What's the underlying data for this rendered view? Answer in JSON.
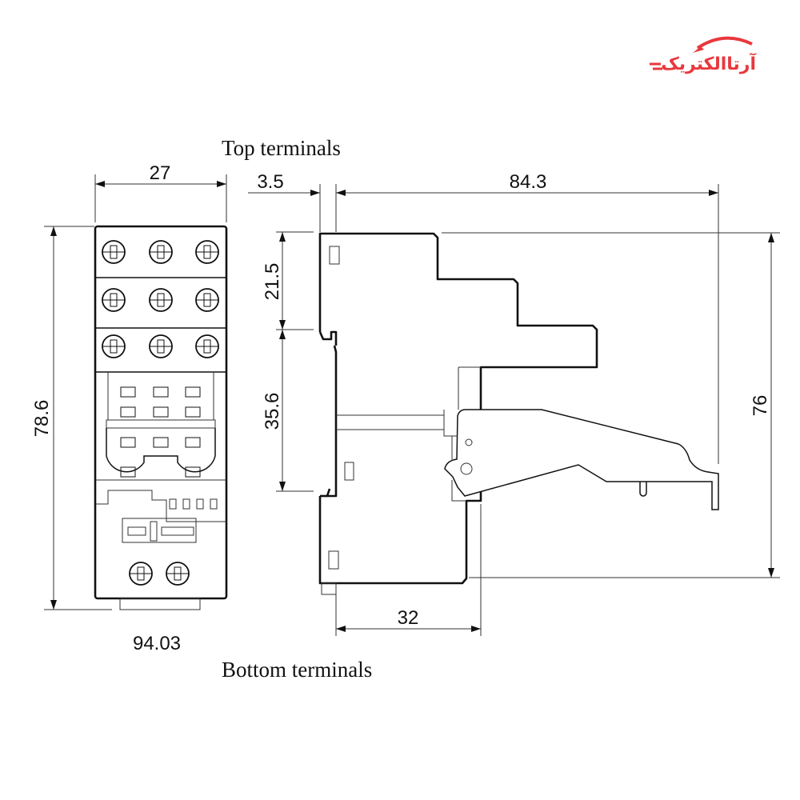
{
  "logo": {
    "text": "آرتاالکتریک",
    "color": "#e8383d"
  },
  "labels": {
    "top_terminals": "Top terminals",
    "bottom_terminals": "Bottom terminals"
  },
  "dimensions": {
    "width_front": "27",
    "height_front": "78.6",
    "bottom_front": "94.03",
    "rail_offset": "3.5",
    "depth": "84.3",
    "upper_height": "21.5",
    "middle_height": "35.6",
    "total_height_side": "76",
    "base_depth": "32"
  }
}
